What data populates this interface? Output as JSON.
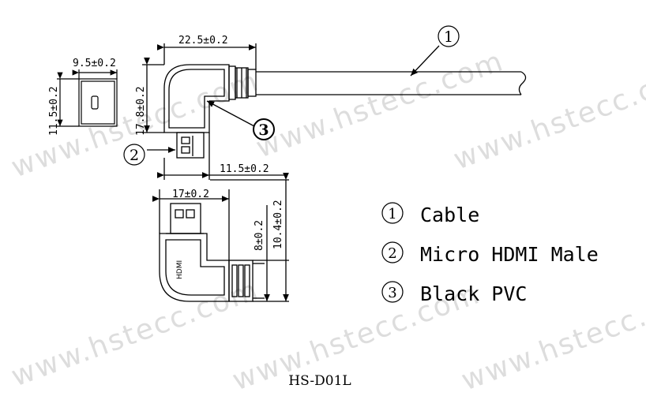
{
  "watermark": "www.hstecc.com",
  "model": "HS-D01L",
  "dimensions": {
    "width_top": "22.5±0.2",
    "width_small": "9.5±0.2",
    "height_small": "11.5±0.2",
    "height_left": "17.8±0.2",
    "bottom_width": "11.5±0.2",
    "bottom_view_width": "17±0.2",
    "height_8": "8±0.2",
    "height_10": "10.4±0.2"
  },
  "legend": [
    {
      "num": "1",
      "label": "Cable"
    },
    {
      "num": "2",
      "label": "Micro HDMI Male"
    },
    {
      "num": "3",
      "label": "Black PVC"
    }
  ],
  "callouts": {
    "cable": "1",
    "connector": "2",
    "pvc": "3"
  },
  "hdmi_mark": "HDMI"
}
